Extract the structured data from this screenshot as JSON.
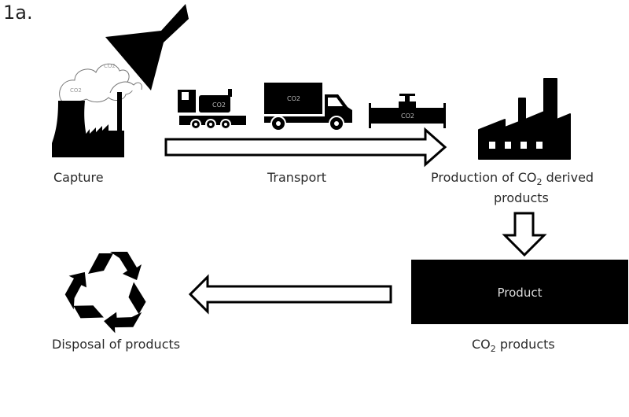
{
  "figure_label": "1a.",
  "stages": {
    "capture": {
      "label": "Capture",
      "cloud_labels": [
        "CO2",
        "CO2"
      ]
    },
    "transport": {
      "label": "Transport",
      "vehicle_labels": {
        "train": "CO2",
        "truck": "CO2",
        "pipeline": "CO2"
      }
    },
    "production": {
      "label_pre": "Production of CO",
      "label_sub": "2",
      "label_post": " derived",
      "label_line2": "products"
    },
    "product": {
      "box_text": "Product",
      "label_pre": "CO",
      "label_sub": "2",
      "label_post": " products"
    },
    "disposal": {
      "label": "Disposal of products"
    }
  },
  "icons": [
    "funnel-icon",
    "power-plant-icon",
    "train-icon",
    "truck-icon",
    "pipeline-icon",
    "factory-icon",
    "recycle-icon"
  ],
  "flow": [
    "capture",
    "transport",
    "production",
    "product",
    "disposal"
  ]
}
